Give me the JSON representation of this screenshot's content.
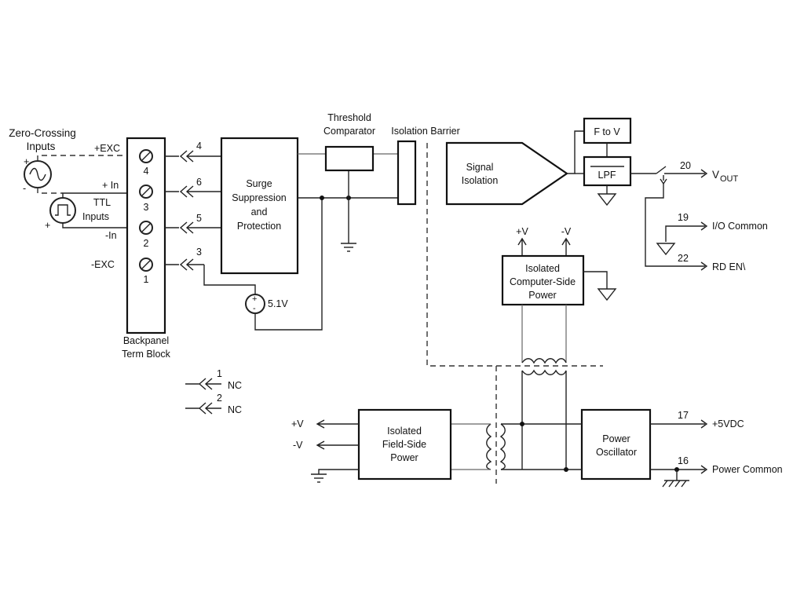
{
  "inputs": {
    "zero_crossing": "Zero-Crossing Inputs",
    "zero_crossing_line1": "Zero-Crossing",
    "zero_crossing_line2": "Inputs",
    "ttl_line1": "TTL",
    "ttl_line2": "Inputs",
    "plus": "+",
    "minus": "-"
  },
  "terminals": {
    "exc_pos": "+EXC",
    "in_pos": "+ In",
    "in_neg": "-In",
    "exc_neg": "-EXC",
    "numbers": [
      "4",
      "3",
      "2",
      "1"
    ],
    "pins": [
      "4",
      "6",
      "5",
      "3"
    ],
    "block_line1": "Backpanel",
    "block_line2": "Term Block"
  },
  "nc": {
    "pins": [
      "1",
      "2"
    ],
    "label": "NC"
  },
  "blocks": {
    "surge": [
      "Surge",
      "Suppression",
      "and",
      "Protection"
    ],
    "threshold": [
      "Threshold",
      "Comparator"
    ],
    "isolation_barrier": "Isolation Barrier",
    "signal_isolation": [
      "Signal",
      "Isolation"
    ],
    "f_to_v": "F to V",
    "lpf": "LPF",
    "computer_power": [
      "Isolated",
      "Computer-Side",
      "Power"
    ],
    "field_power": [
      "Isolated",
      "Field-Side",
      "Power"
    ],
    "oscillator": [
      "Power",
      "Oscillator"
    ],
    "zener": "5.1V"
  },
  "rails": {
    "pos": "+V",
    "neg": "-V"
  },
  "outputs": {
    "vout_pin": "20",
    "vout": "V",
    "vout_sub": "OUT",
    "io_common_pin": "19",
    "io_common": "I/O Common",
    "rd_en_pin": "22",
    "rd_en": "RD EN\\",
    "vdc_pin": "17",
    "vdc": "+5VDC",
    "power_common_pin": "16",
    "power_common": "Power Common"
  }
}
